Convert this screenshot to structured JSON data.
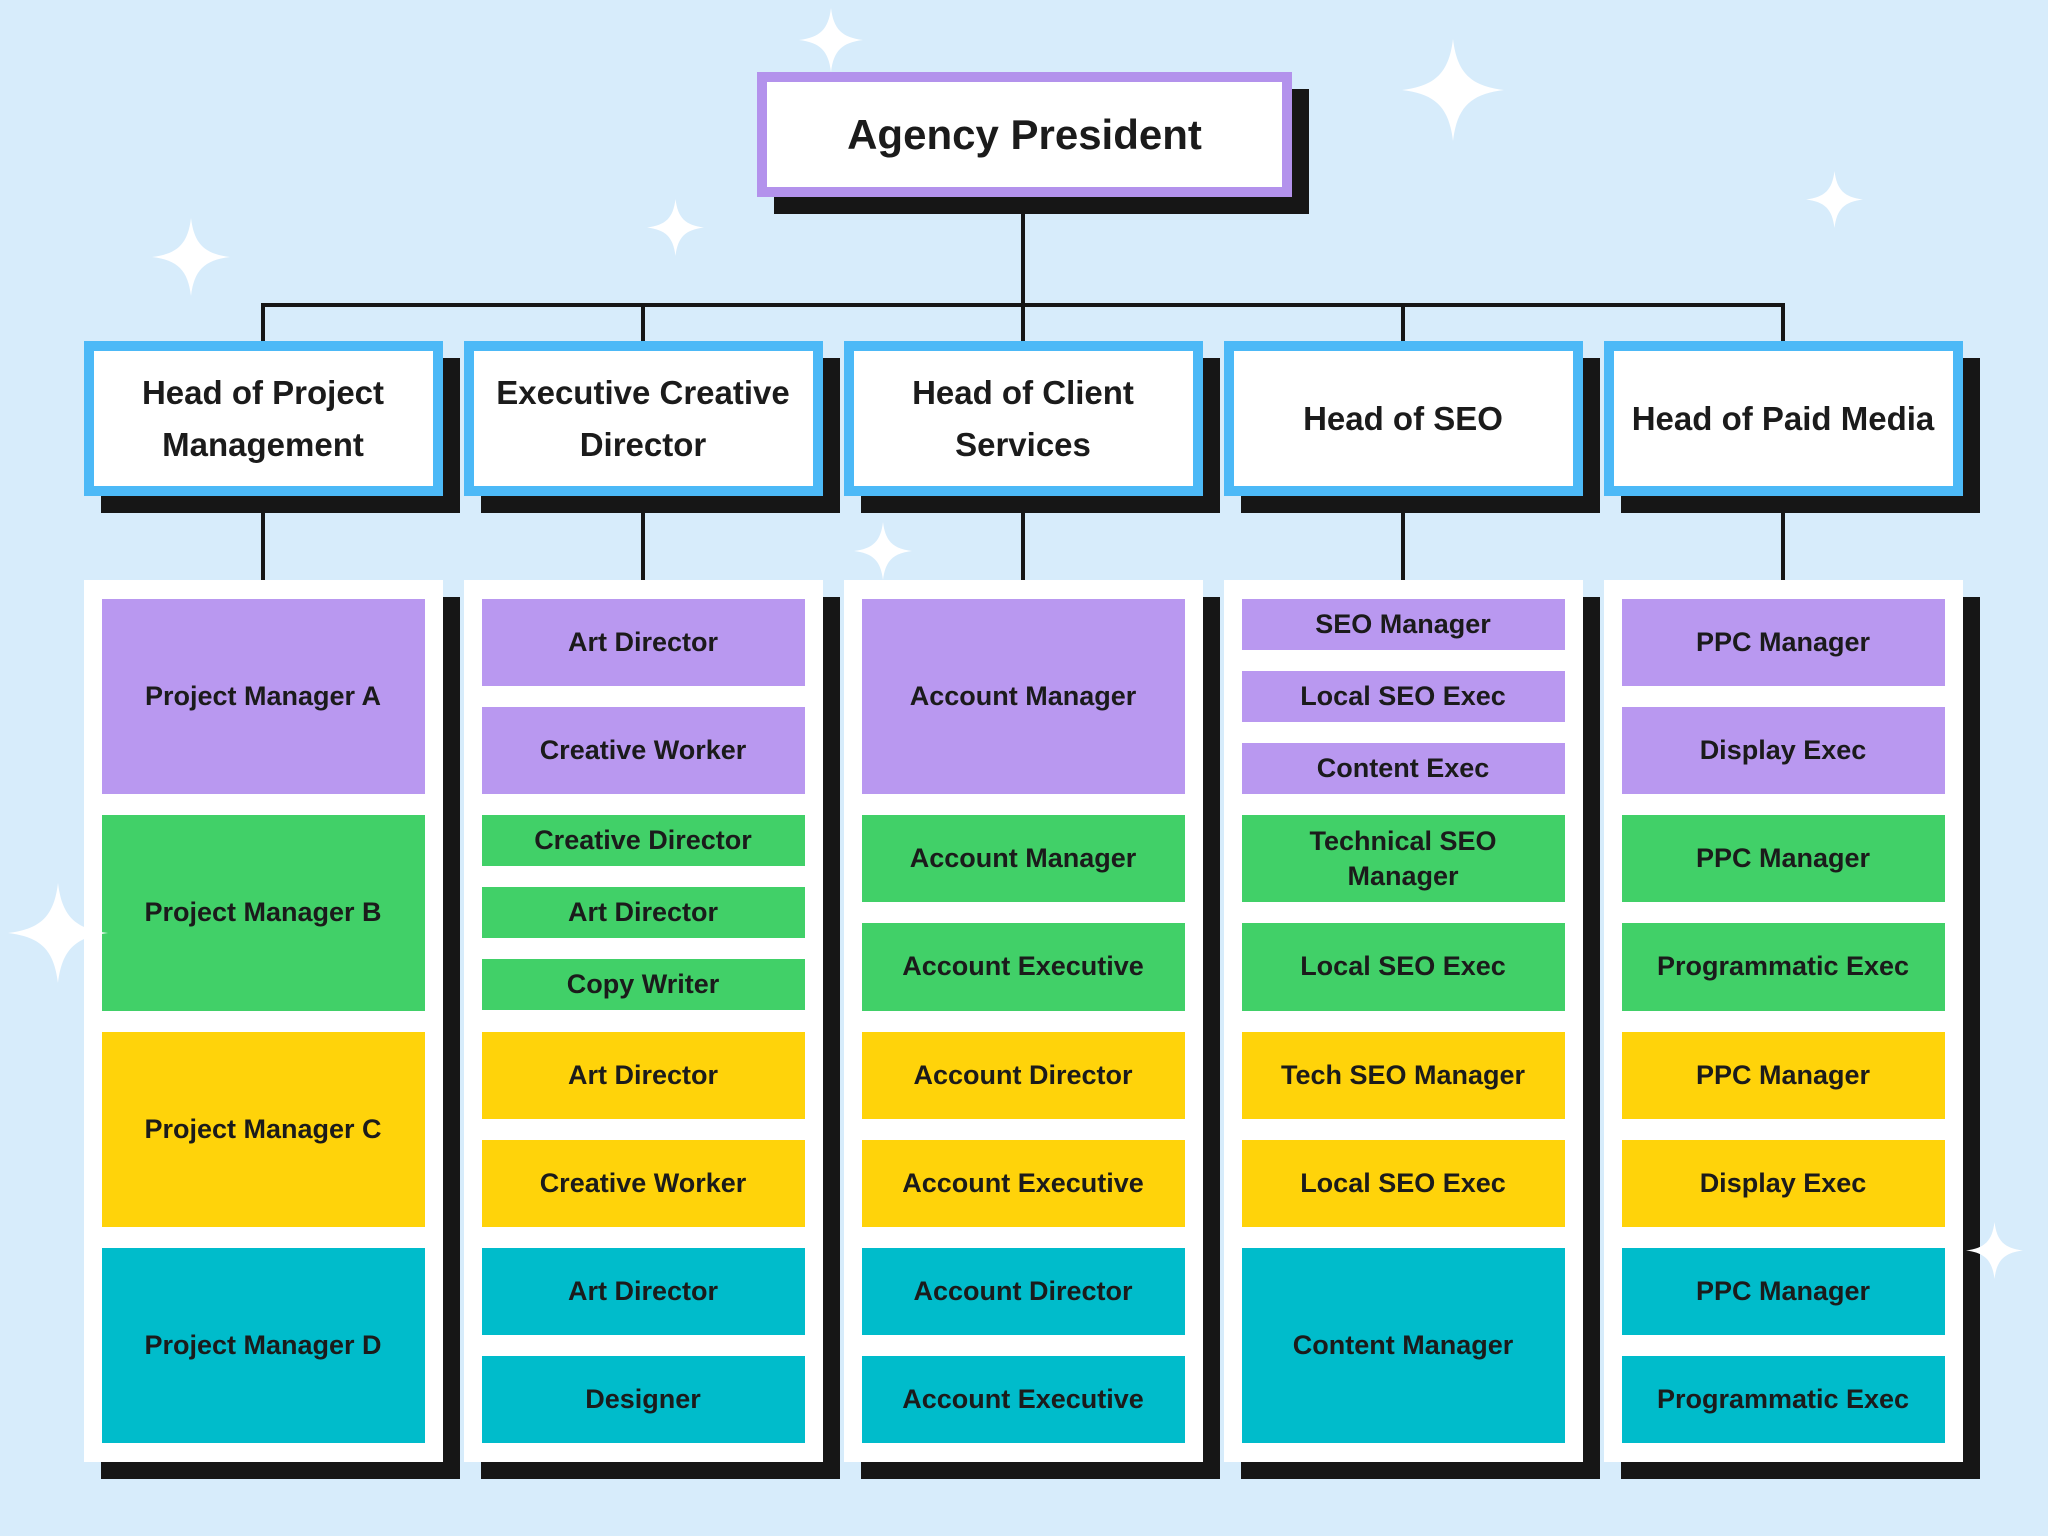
{
  "title": {
    "label": "Agency President"
  },
  "colors": {
    "background": "#D7ECFB",
    "purple": "#B998F0",
    "green": "#41D068",
    "yellow": "#FFD30A",
    "teal": "#00BCCB",
    "head_border_blue": "#4CB9F7",
    "title_border_purple": "#B392EC",
    "connector_black": "#161616",
    "card_white": "#FFFFFF",
    "text": "#1B1B1B",
    "sparkle_white": "#FFFFFF"
  },
  "departments": [
    {
      "head": "Head of Project Management",
      "head_lines": [
        "Head of Project",
        "Management"
      ],
      "groups": [
        {
          "color": "purple",
          "roles": [
            "Project Manager A"
          ]
        },
        {
          "color": "green",
          "roles": [
            "Project Manager B"
          ]
        },
        {
          "color": "yellow",
          "roles": [
            "Project Manager C"
          ]
        },
        {
          "color": "teal",
          "roles": [
            "Project Manager D"
          ]
        }
      ]
    },
    {
      "head": "Executive Creative Director",
      "head_lines": [
        "Executive Creative",
        "Director"
      ],
      "groups": [
        {
          "color": "purple",
          "roles": [
            "Art Director",
            "Creative Worker"
          ]
        },
        {
          "color": "green",
          "roles": [
            "Creative Director",
            "Art Director",
            "Copy Writer"
          ]
        },
        {
          "color": "yellow",
          "roles": [
            "Art Director",
            "Creative Worker"
          ]
        },
        {
          "color": "teal",
          "roles": [
            "Art Director",
            "Designer"
          ]
        }
      ]
    },
    {
      "head": "Head of Client Services",
      "head_lines": [
        "Head of Client",
        "Services"
      ],
      "groups": [
        {
          "color": "purple",
          "roles": [
            "Account Manager"
          ]
        },
        {
          "color": "green",
          "roles": [
            "Account Manager",
            "Account Executive"
          ]
        },
        {
          "color": "yellow",
          "roles": [
            "Account Director",
            "Account Executive"
          ]
        },
        {
          "color": "teal",
          "roles": [
            "Account Director",
            "Account Executive"
          ]
        }
      ]
    },
    {
      "head": "Head of SEO",
      "head_lines": [
        "Head of SEO"
      ],
      "groups": [
        {
          "color": "purple",
          "roles": [
            "SEO Manager",
            "Local SEO Exec",
            "Content Exec"
          ]
        },
        {
          "color": "green",
          "roles": [
            "Technical SEO Manager",
            "Local SEO Exec"
          ]
        },
        {
          "color": "yellow",
          "roles": [
            "Tech SEO Manager",
            "Local SEO Exec"
          ]
        },
        {
          "color": "teal",
          "roles": [
            "Content Manager"
          ]
        }
      ]
    },
    {
      "head": "Head of Paid Media",
      "head_lines": [
        "Head of Paid Media"
      ],
      "groups": [
        {
          "color": "purple",
          "roles": [
            "PPC Manager",
            "Display Exec"
          ]
        },
        {
          "color": "green",
          "roles": [
            "PPC Manager",
            "Programmatic Exec"
          ]
        },
        {
          "color": "yellow",
          "roles": [
            "PPC Manager",
            "Display Exec"
          ]
        },
        {
          "color": "teal",
          "roles": [
            "PPC Manager",
            "Programmatic Exec"
          ]
        }
      ]
    }
  ]
}
